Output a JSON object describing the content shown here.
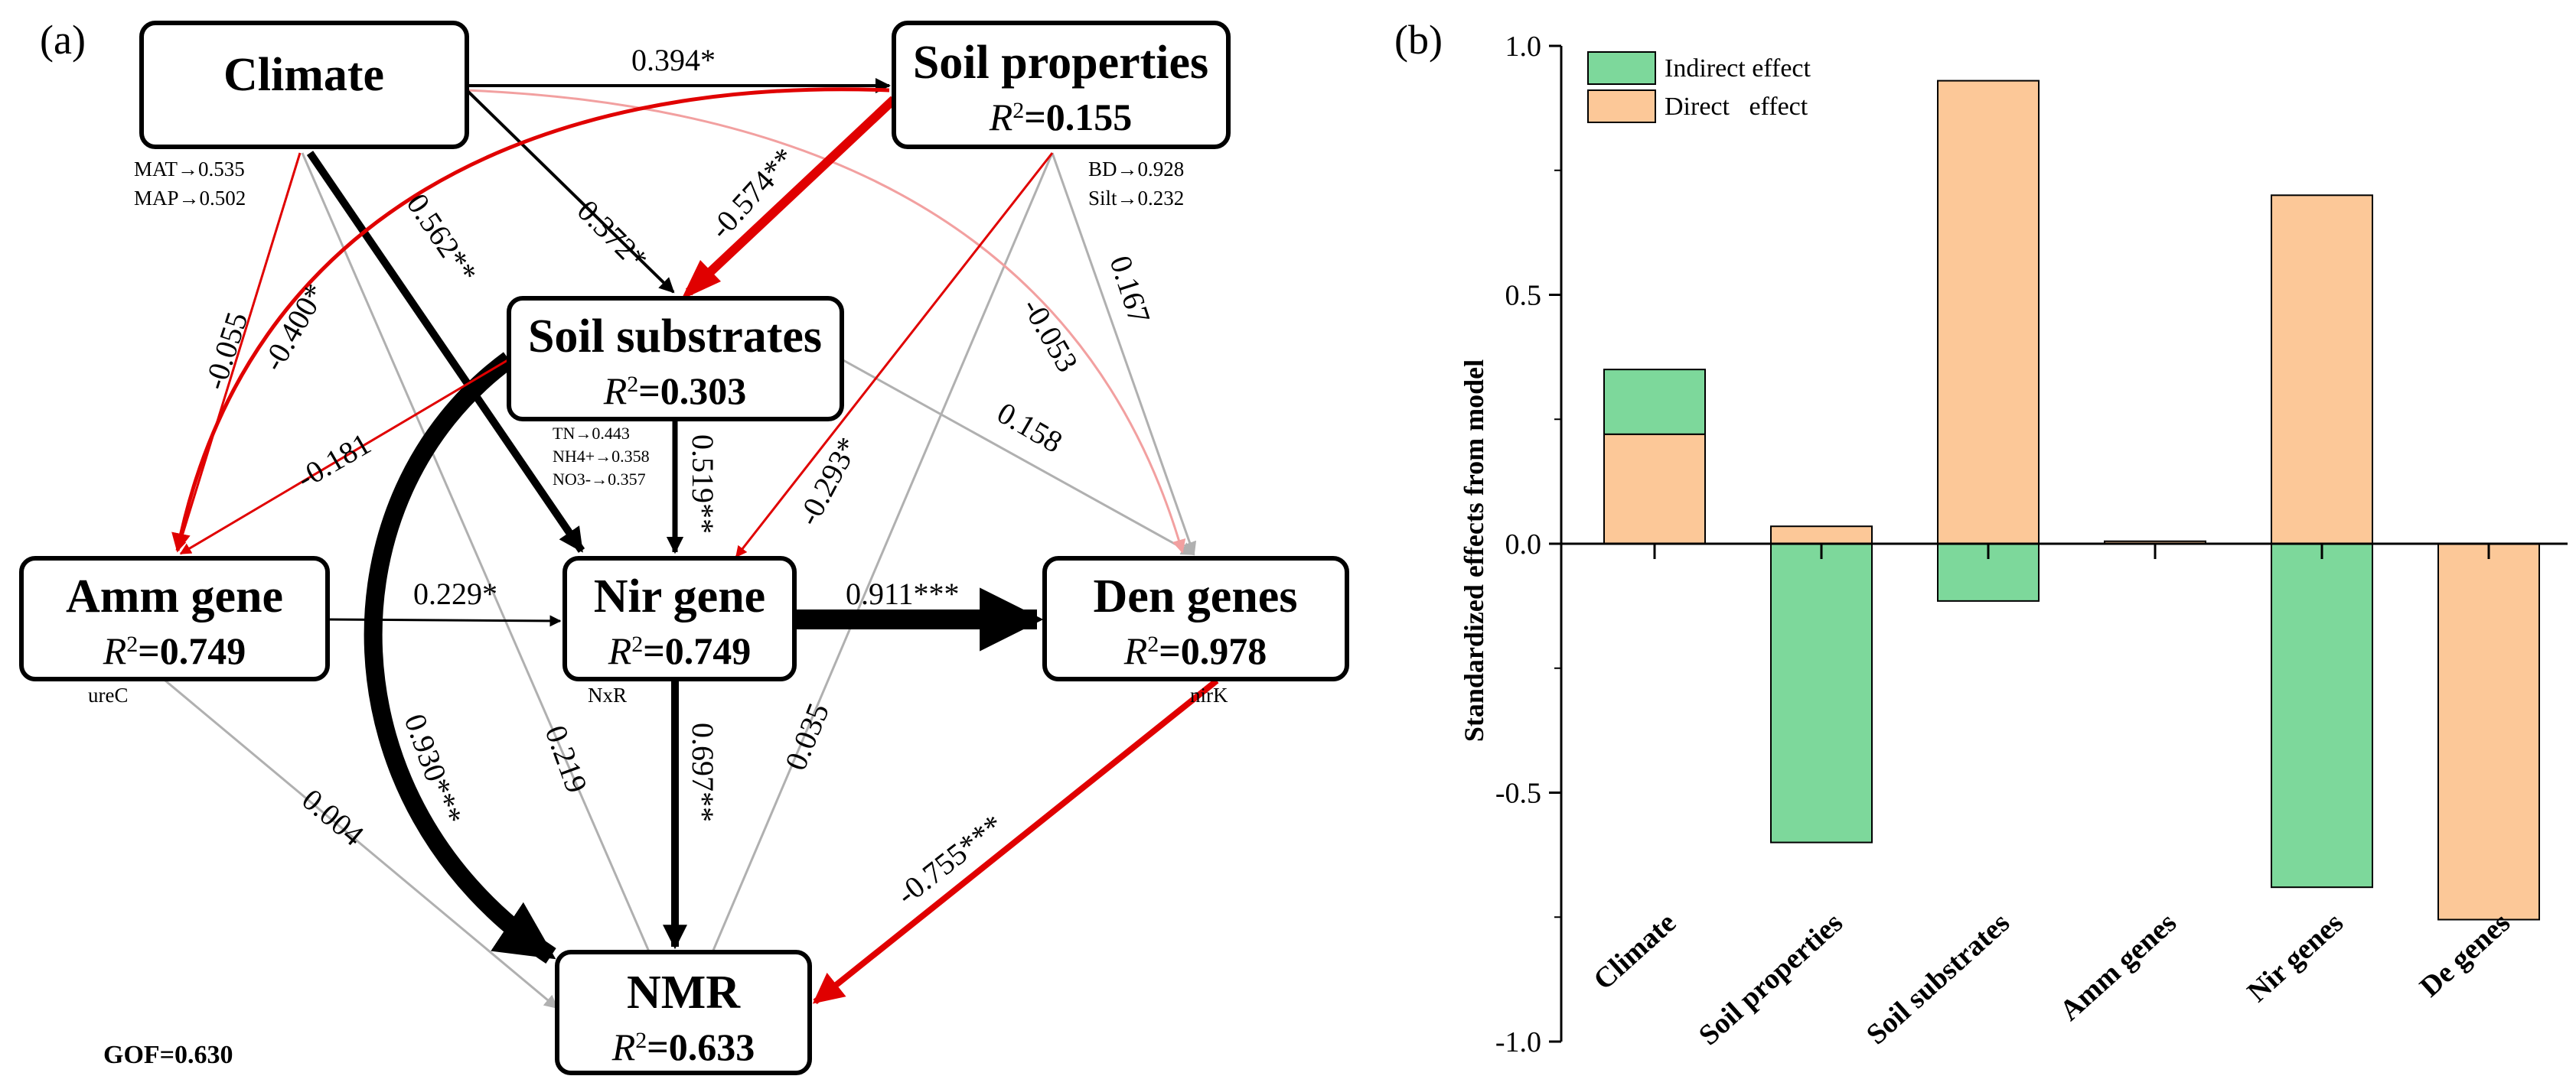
{
  "panel_a": {
    "label": "(a)",
    "nodes": {
      "climate": {
        "title": "Climate",
        "r2_prefix": "",
        "r2_value": ""
      },
      "soil_properties": {
        "title": "Soil properties",
        "r2_prefix": "R",
        "r2_value": "=0.155"
      },
      "soil_substrates": {
        "title": "Soil substrates",
        "r2_prefix": "R",
        "r2_value": "=0.303"
      },
      "amm_gene": {
        "title": "Amm gene",
        "r2_prefix": "R",
        "r2_value": "=0.749"
      },
      "nir_gene": {
        "title": "Nir gene",
        "r2_prefix": "R",
        "r2_value": "=0.749"
      },
      "den_genes": {
        "title": "Den genes",
        "r2_prefix": "R",
        "r2_value": "=0.978"
      },
      "nmr": {
        "title": "NMR",
        "r2_prefix": "R",
        "r2_value": "=0.633"
      }
    },
    "indicators": {
      "climate_mat": "MAT→0.535",
      "climate_map": "MAP→0.502",
      "soilprop_bd": "BD→0.928",
      "soilprop_silt": "Silt→0.232",
      "substrate_tn": "TN→0.443",
      "substrate_nh4": "NH4+→0.358",
      "substrate_no3": "NO3-→0.357",
      "amm_ind": "ureC",
      "nir_ind": "NxR",
      "den_ind": "nirK"
    },
    "paths": {
      "climate_soilprop": "0.394*",
      "climate_substrates": "0.372*",
      "climate_nir": "0.562**",
      "climate_amm": "-0.055",
      "climate_den": "-0.053",
      "climate_nmr": "0.219",
      "soilprop_substrates": "-0.574**",
      "soilprop_amm": "-0.400*",
      "soilprop_nir": "-0.293*",
      "soilprop_den": "0.167",
      "soilprop_nmr": "0.035",
      "substrates_amm": "-0.181",
      "substrates_nir": "0.519**",
      "substrates_den": "0.158",
      "substrates_nmr": "0.930***",
      "amm_nir": "0.229*",
      "amm_nmr": "0.004",
      "nir_den": "0.911***",
      "nir_nmr": "0.697**",
      "den_nmr": "-0.755***"
    },
    "gof": "GOF=0.630",
    "colors": {
      "positive": "#000000",
      "negative": "#e00000",
      "nonsignificant_positive": "#b0b0b0",
      "nonsignificant_negative": "#f2a0a0"
    }
  },
  "panel_b": {
    "label": "(b)",
    "legend": {
      "indirect": "Indirect effect",
      "direct": "Direct   effect"
    },
    "colors": {
      "indirect": "#7dd89b",
      "direct": "#fcc898"
    }
  },
  "chart_data": {
    "type": "bar",
    "stacked": true,
    "categories": [
      "Climate",
      "Soil properties",
      "Soil substrates",
      "Amm genes",
      "Nir genes",
      "De genes"
    ],
    "series": [
      {
        "name": "Direct   effect",
        "values": [
          0.22,
          0.035,
          0.93,
          0.005,
          0.7,
          -0.755
        ]
      },
      {
        "name": "Indirect effect",
        "values": [
          0.13,
          -0.6,
          -0.115,
          0.0,
          -0.69,
          0.0
        ]
      }
    ],
    "ylabel": "Standardized effects from model",
    "xlabel": "",
    "ylim": [
      -1.0,
      1.0
    ],
    "yticks": [
      "1.0",
      "0.5",
      "0.0",
      "-0.5",
      "-1.0"
    ],
    "grid": false,
    "legend_position": "top-left"
  }
}
